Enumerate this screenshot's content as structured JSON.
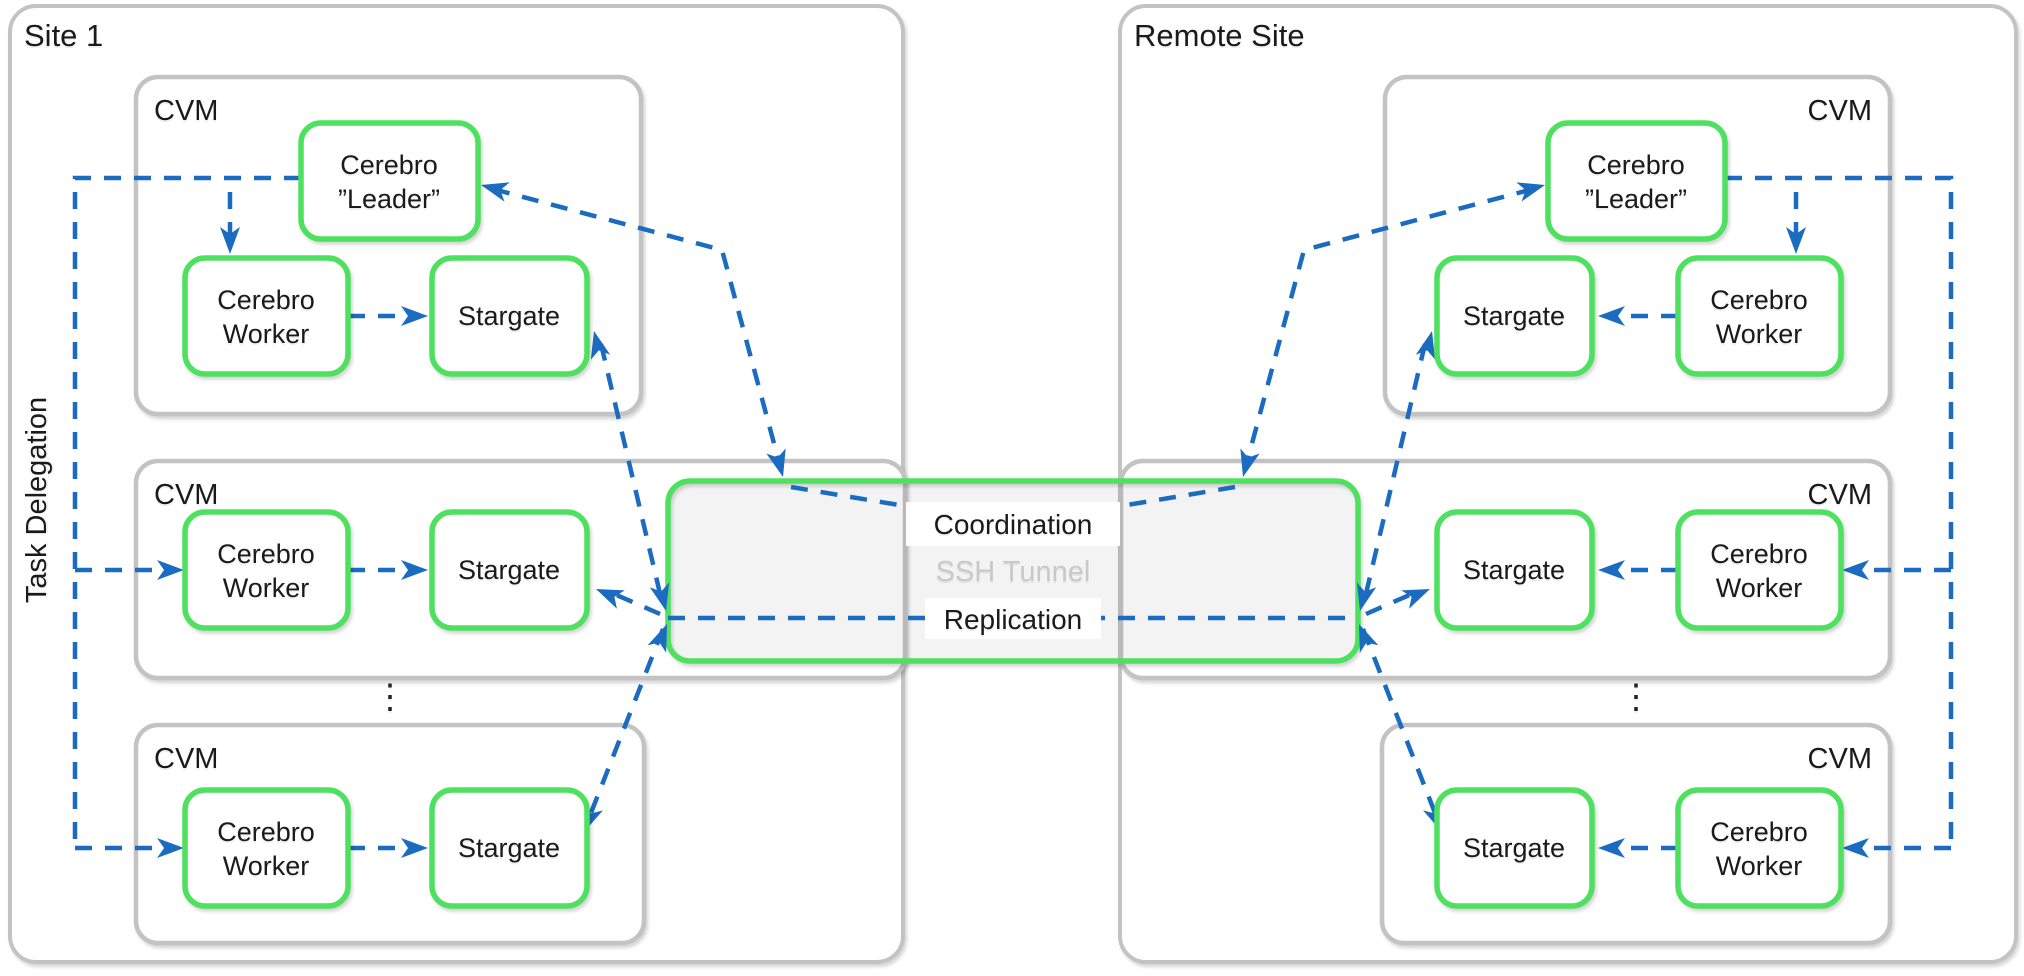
{
  "colors": {
    "green": "#4ee05f",
    "blue": "#1b6cc0",
    "gray": "#c3c3c3",
    "ink": "#1a1a1a",
    "ssh": "#c9c9c9"
  },
  "labels": {
    "site1": "Site 1",
    "remote_site": "Remote Site",
    "cvm": "CVM",
    "task_delegation": "Task Delegation",
    "ellipsis": "⋮"
  },
  "nodes": {
    "cerebro": "Cerebro",
    "leader": "”Leader”",
    "worker": "Worker",
    "stargate": "Stargate"
  },
  "tunnel": {
    "coordination": "Coordination",
    "ssh_tunnel": "SSH Tunnel",
    "replication": "Replication"
  }
}
